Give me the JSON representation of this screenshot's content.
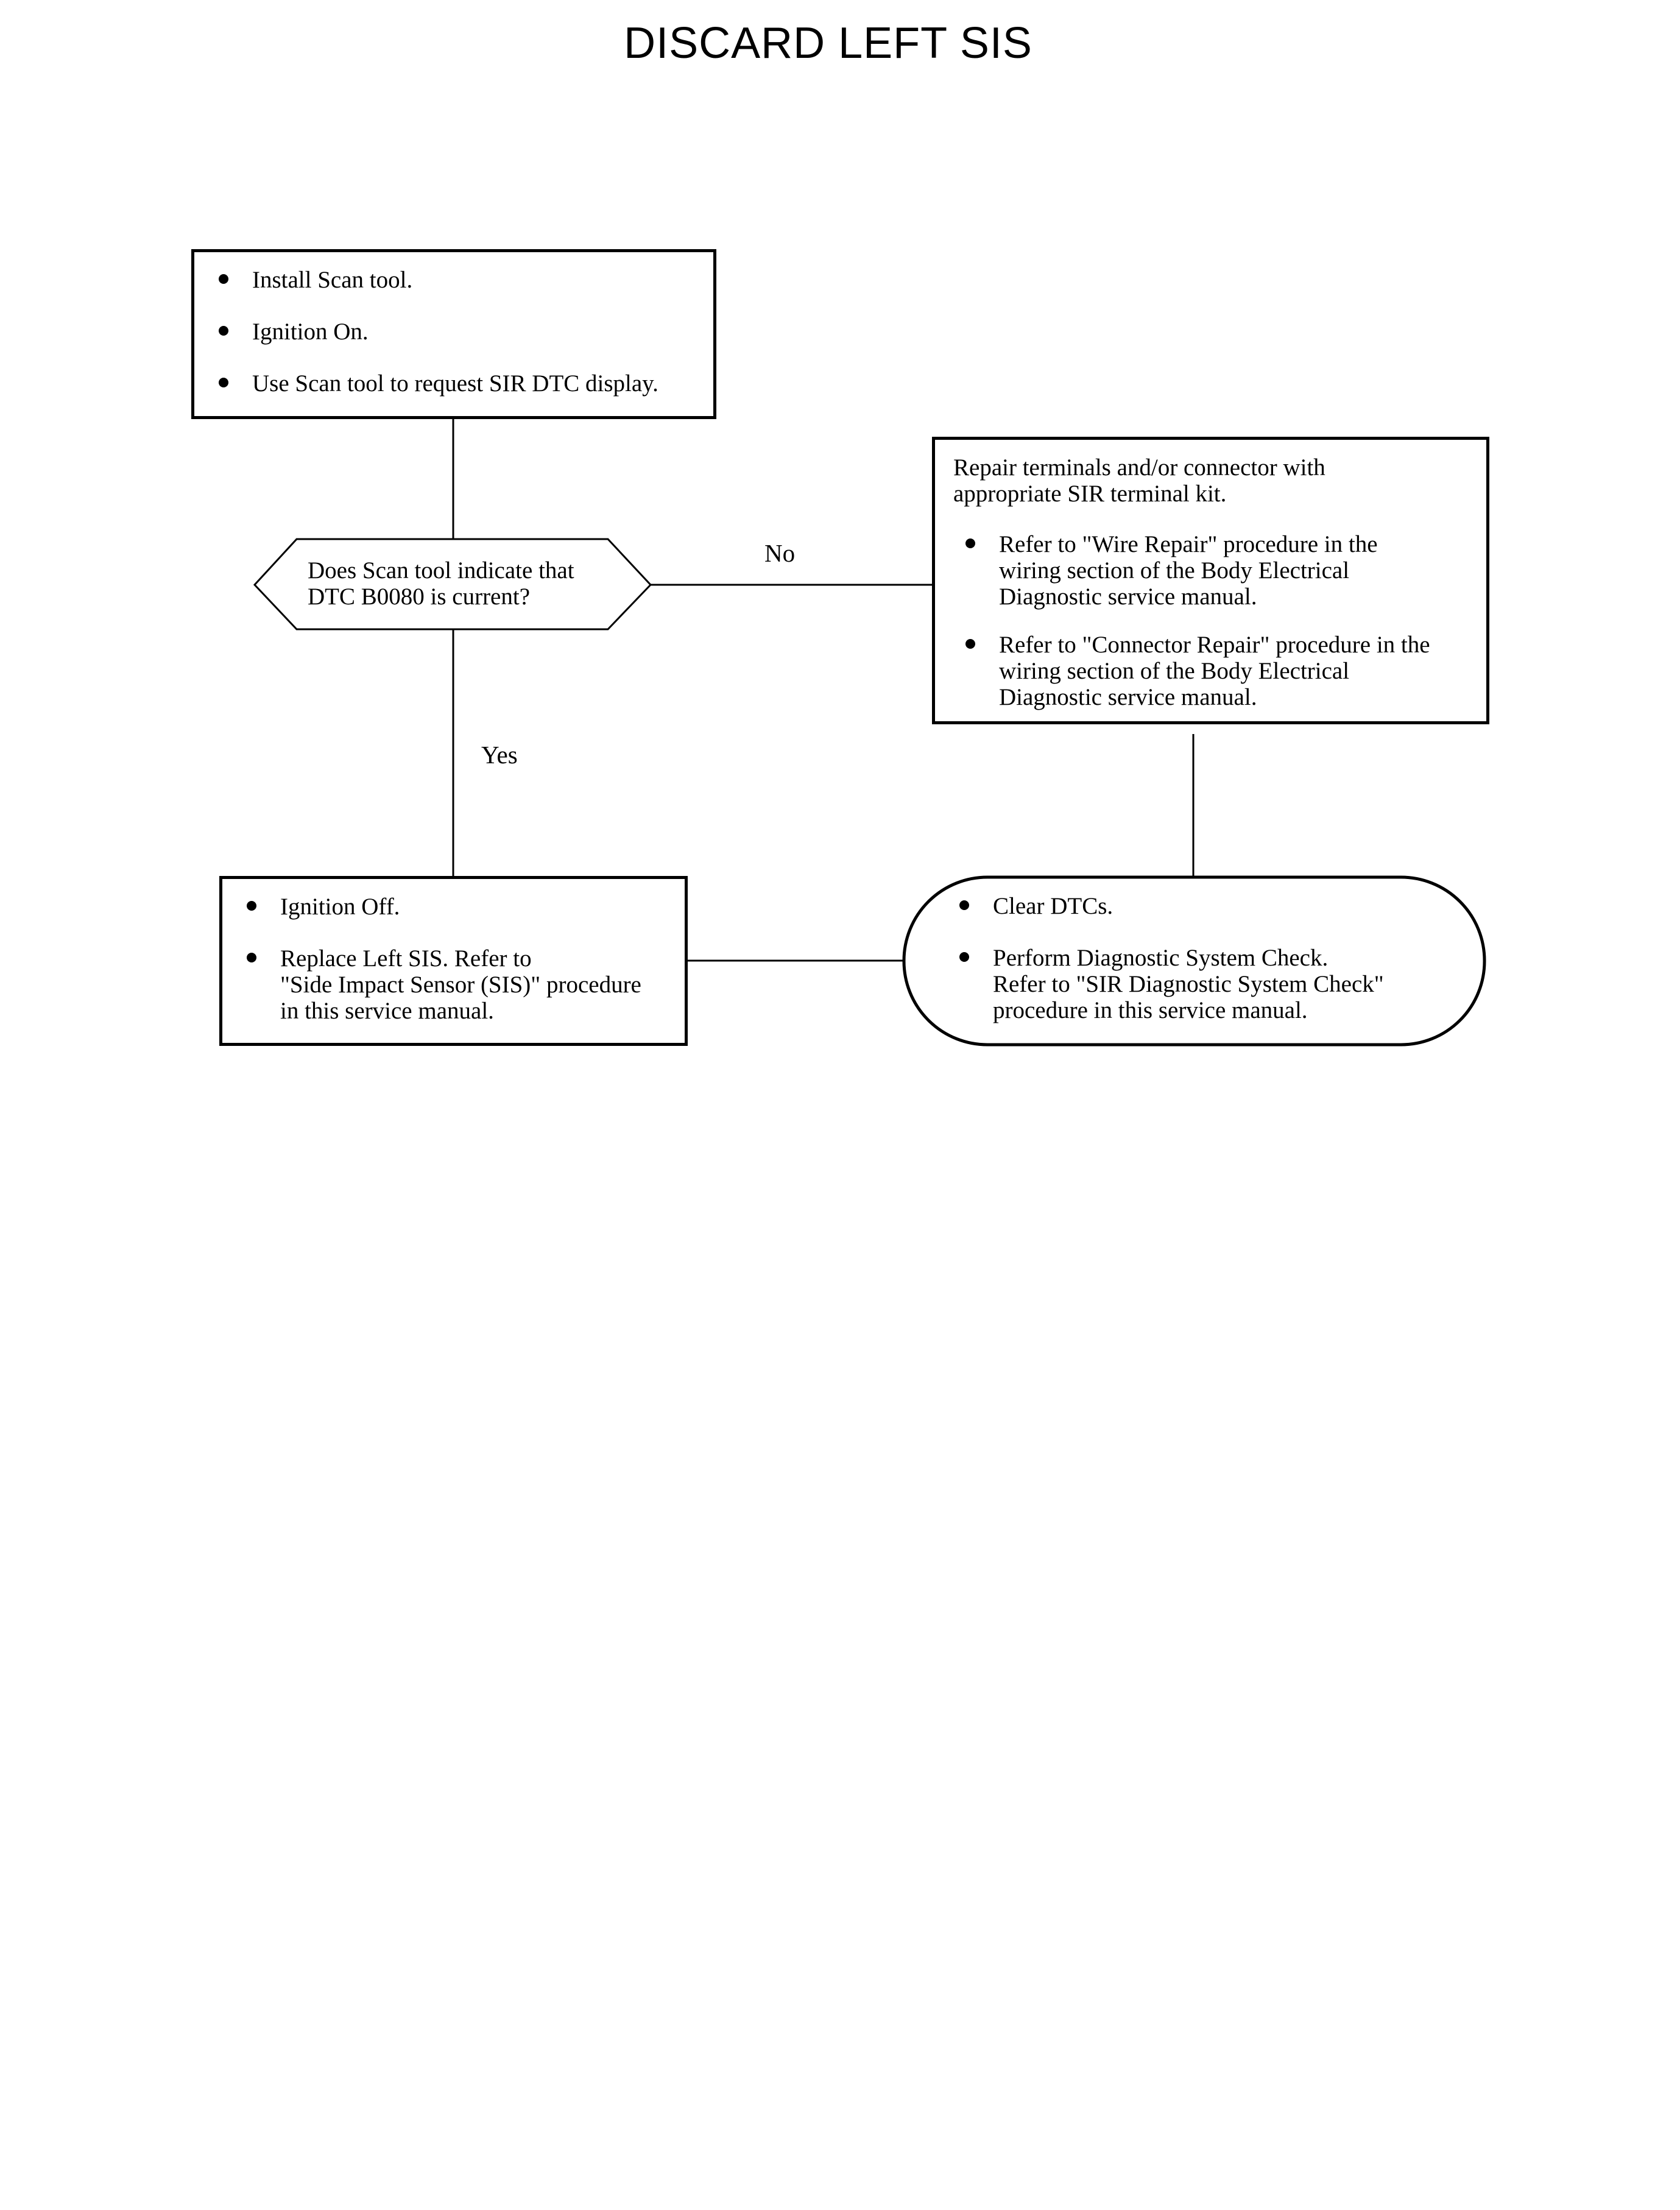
{
  "title": "DISCARD LEFT SIS",
  "start_box": {
    "items": [
      "Install Scan tool.",
      "Ignition On.",
      "Use Scan tool to request SIR DTC display."
    ]
  },
  "decision": {
    "text": "Does Scan tool indicate that\nDTC B0080 is current?"
  },
  "labels": {
    "no": "No",
    "yes": "Yes"
  },
  "repair_box": {
    "intro": "Repair terminals and/or connector with\nappropriate SIR terminal kit.",
    "items": [
      "Refer to \"Wire Repair\" procedure in the\nwiring section of the Body Electrical\nDiagnostic service manual.",
      "Refer to \"Connector Repair\" procedure in the\nwiring section of the Body Electrical\nDiagnostic service manual."
    ]
  },
  "replace_box": {
    "items": [
      "Ignition Off.",
      "Replace Left SIS.  Refer to\n\"Side Impact Sensor (SIS)\" procedure\nin this service manual."
    ]
  },
  "end_box": {
    "items": [
      "Clear DTCs.",
      "Perform Diagnostic System Check.\nRefer to \"SIR Diagnostic System Check\"\nprocedure in this service manual."
    ]
  }
}
